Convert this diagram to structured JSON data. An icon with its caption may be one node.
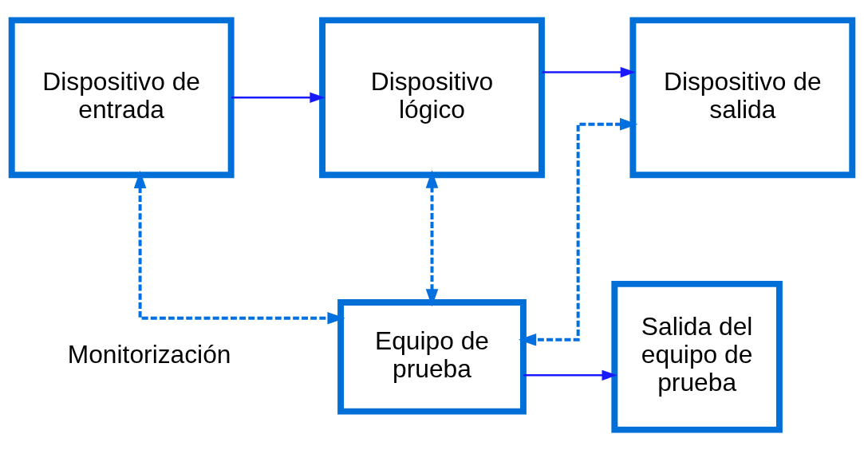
{
  "diagram": {
    "nodes": [
      {
        "text": [
          "Dispositivo de entrada"
        ]
      },
      {
        "text": [
          "Dispositivo lógico"
        ]
      },
      {
        "text": [
          "Dispositivo de salida"
        ]
      },
      {
        "text": [
          "Equipo de prueba"
        ]
      },
      {
        "text": [
          "Salida del equipo de prueba"
        ]
      }
    ],
    "edges": [
      {
        "from": 0,
        "to": 1,
        "arrow": "to"
      },
      {
        "from": 1,
        "to": 2,
        "arrow": "to"
      },
      {
        "from": 0,
        "to": 3,
        "arrow": "both",
        "style": "dashed",
        "color": "#0070e0"
      },
      {
        "from": 1,
        "to": 3,
        "arrow": "both",
        "style": "dashed",
        "color": "#0070e0"
      },
      {
        "from": 2,
        "to": 3,
        "arrow": "both",
        "style": "dashed",
        "color": "#0070e0"
      },
      {
        "from": 3,
        "to": 4,
        "arrow": "to"
      }
    ],
    "labels": [
      "Monitorización"
    ]
  }
}
